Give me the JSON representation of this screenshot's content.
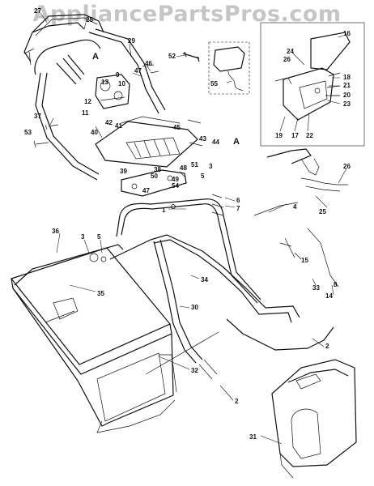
{
  "watermark": "AppliancePartsPros.com",
  "view_labels": {
    "detail_a_top": "A",
    "detail_a_right": "A"
  },
  "callouts": {
    "c27": "27",
    "c28": "28",
    "c29": "29",
    "c46": "46",
    "c47": "47",
    "c13": "13",
    "c9": "9",
    "c10": "10",
    "c12": "12",
    "c11": "11",
    "c42": "42",
    "c41": "41",
    "c40": "40",
    "c37": "37",
    "c53": "53",
    "c45": "45",
    "c43": "43",
    "c44": "44",
    "c52": "52",
    "c55": "55",
    "c16": "16",
    "c24": "24",
    "c26a": "26",
    "c18": "18",
    "c21": "21",
    "c20": "20",
    "c23": "23",
    "c19": "19",
    "c17": "17",
    "c22": "22",
    "c51": "51",
    "c39": "39",
    "c50": "50",
    "c38": "38",
    "c49": "49",
    "c48": "48",
    "c47b": "47",
    "c54": "54",
    "c3a": "3",
    "c5a": "5",
    "c1": "1",
    "c6": "6",
    "c7": "7",
    "c4": "4",
    "c26b": "26",
    "c25": "25",
    "c36": "36",
    "c3b": "3",
    "c5b": "5",
    "c35": "35",
    "c15": "15",
    "c33": "33",
    "c8": "8",
    "c14": "14",
    "c34": "34",
    "c30": "30",
    "c32": "32",
    "c2a": "2",
    "c2b": "2",
    "c31": "31"
  },
  "colors": {
    "line": "#111111",
    "watermark": "#969696",
    "background": "#ffffff"
  }
}
